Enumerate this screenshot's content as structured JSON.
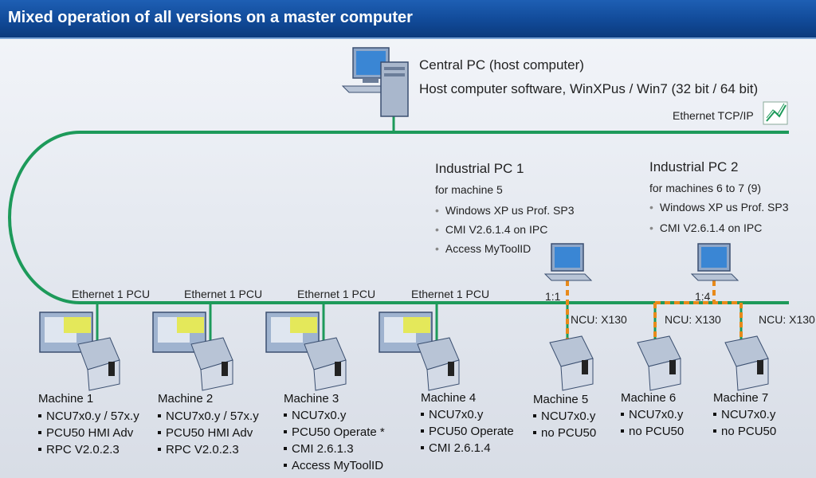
{
  "title": "Mixed operation of all versions on a master computer",
  "central_pc": {
    "line1": "Central PC (host computer)",
    "line2": "Host computer software, WinXPus / Win7 (32 bit / 64 bit)",
    "ethernet": "Ethernet TCP/IP"
  },
  "ipc1": {
    "title": "Industrial PC 1",
    "subtitle": "for machine 5",
    "items": [
      "Windows XP us Prof. SP3",
      "CMI V2.6.1.4 on IPC",
      "Access MyToolID"
    ],
    "ratio": "1:1"
  },
  "ipc2": {
    "title": "Industrial PC 2",
    "subtitle": "for machines 6 to 7 (9)",
    "items": [
      "Windows XP us Prof. SP3",
      "CMI V2.6.1.4 on IPC"
    ],
    "ratio": "1:4"
  },
  "ethernet_pcu": "Ethernet 1 PCU",
  "ncu_x130": "NCU: X130",
  "machines": [
    {
      "name": "Machine 1",
      "items": [
        "NCU7x0.y / 57x.y",
        "PCU50 HMI Adv",
        "RPC V2.0.2.3"
      ]
    },
    {
      "name": "Machine 2",
      "items": [
        "NCU7x0.y / 57x.y",
        "PCU50 HMI Adv",
        "RPC V2.0.2.3"
      ]
    },
    {
      "name": "Machine 3",
      "items": [
        "NCU7x0.y",
        "PCU50 Operate *",
        "CMI 2.6.1.3",
        "Access MyToolID"
      ]
    },
    {
      "name": "Machine 4",
      "items": [
        "NCU7x0.y",
        "PCU50 Operate",
        "CMI 2.6.1.4"
      ]
    },
    {
      "name": "Machine 5",
      "items": [
        "NCU7x0.y",
        "no PCU50"
      ]
    },
    {
      "name": "Machine 6",
      "items": [
        "NCU7x0.y",
        "no PCU50"
      ]
    },
    {
      "name": "Machine 7",
      "items": [
        "NCU7x0.y",
        "no PCU50"
      ]
    }
  ]
}
